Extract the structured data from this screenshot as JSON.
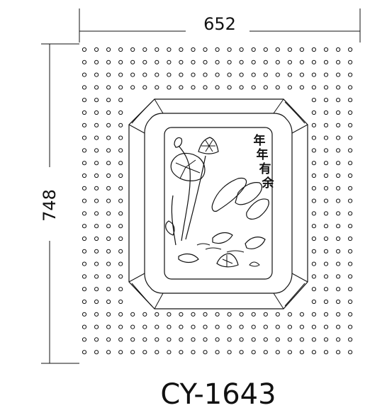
{
  "dimensions": {
    "width": "652",
    "height": "748"
  },
  "product_code": "CY-1643",
  "inscription": [
    "年",
    "年",
    "有",
    "余"
  ]
}
